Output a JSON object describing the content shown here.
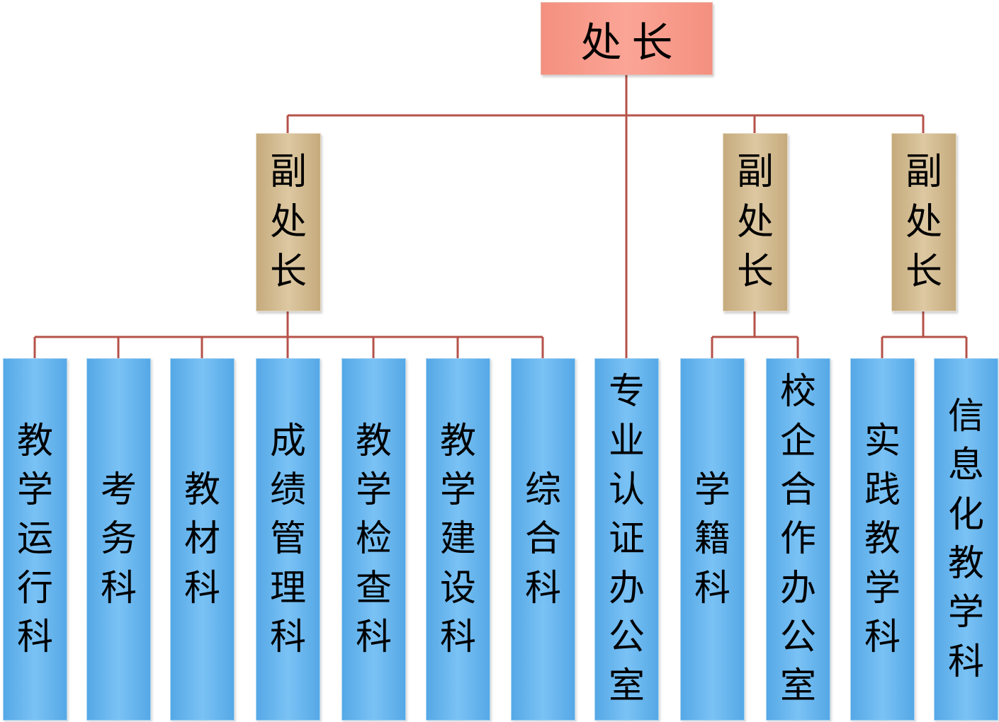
{
  "director": {
    "label": "处长"
  },
  "deputies": [
    {
      "label": "副处长"
    },
    {
      "label": "副处长"
    },
    {
      "label": "副处长"
    }
  ],
  "departments": [
    {
      "label": "教学运行科"
    },
    {
      "label": "考务科"
    },
    {
      "label": "教材科"
    },
    {
      "label": "成绩管理科"
    },
    {
      "label": "教学检查科"
    },
    {
      "label": "教学建设科"
    },
    {
      "label": "综合科"
    },
    {
      "label": "专业认证办公室"
    },
    {
      "label": "学籍科"
    },
    {
      "label": "校企合作办公室"
    },
    {
      "label": "实践教学科"
    },
    {
      "label": "信息化教学科"
    }
  ],
  "colors": {
    "connector": "#b5524a",
    "director_fill": "#f9a091",
    "deputy_fill": "#d6be93",
    "department_fill": "#63b5f0"
  }
}
